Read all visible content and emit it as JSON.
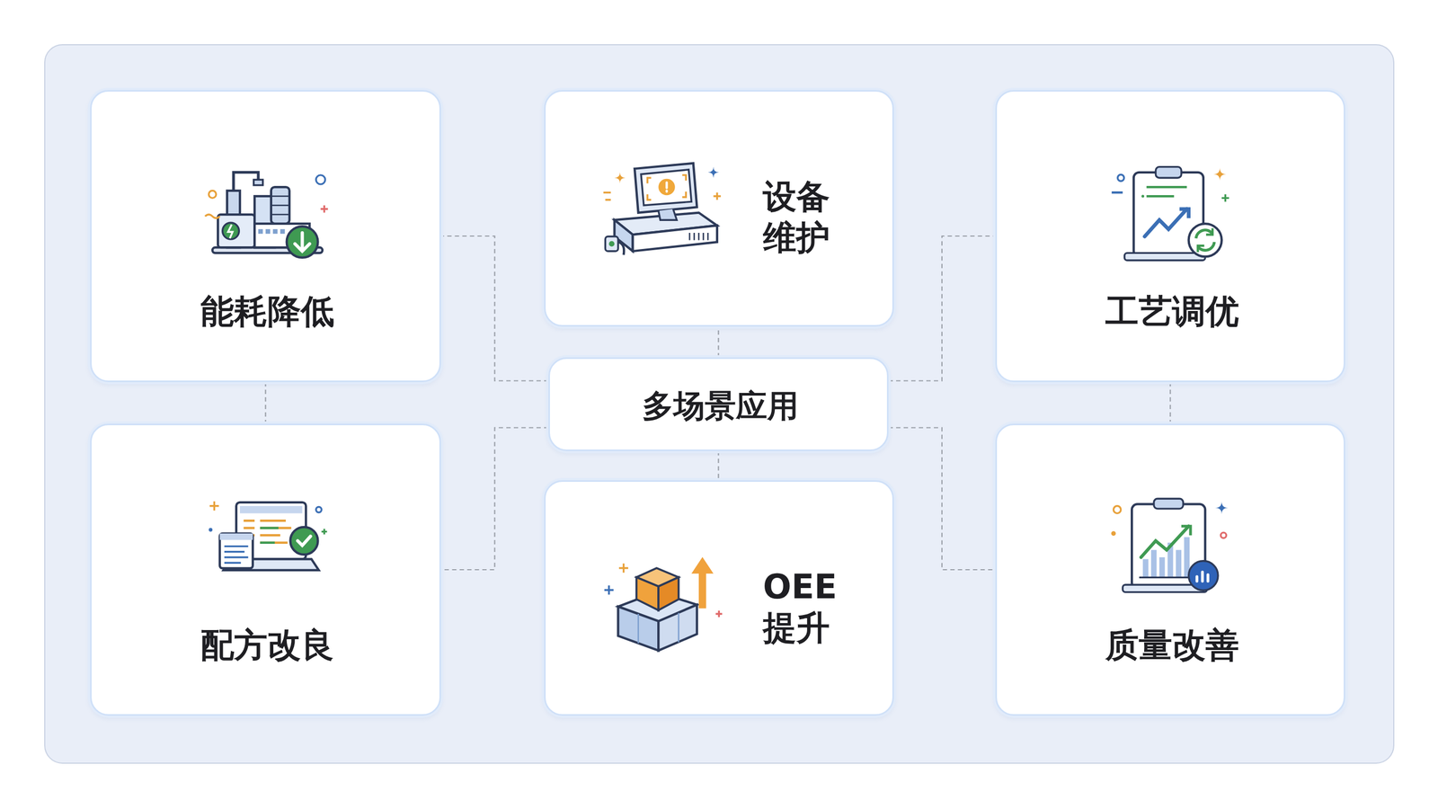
{
  "diagram": {
    "nodes": [
      {
        "text": [
          "能耗降低"
        ]
      },
      {
        "text": [
          "设备 维护"
        ]
      },
      {
        "text": [
          "工艺调优"
        ]
      },
      {
        "text": [
          "多场景应用"
        ]
      },
      {
        "text": [
          "配方改良"
        ]
      },
      {
        "text": [
          "OEE 提升"
        ]
      },
      {
        "text": [
          "质量改善"
        ]
      }
    ],
    "edges": [
      {
        "from": 3,
        "to": 0,
        "arrow": "none"
      },
      {
        "from": 3,
        "to": 1,
        "arrow": "none"
      },
      {
        "from": 3,
        "to": 2,
        "arrow": "none"
      },
      {
        "from": 3,
        "to": 4,
        "arrow": "none"
      },
      {
        "from": 3,
        "to": 5,
        "arrow": "none"
      },
      {
        "from": 3,
        "to": 6,
        "arrow": "none"
      },
      {
        "from": 0,
        "to": 4,
        "arrow": "none"
      },
      {
        "from": 2,
        "to": 6,
        "arrow": "none"
      }
    ]
  }
}
